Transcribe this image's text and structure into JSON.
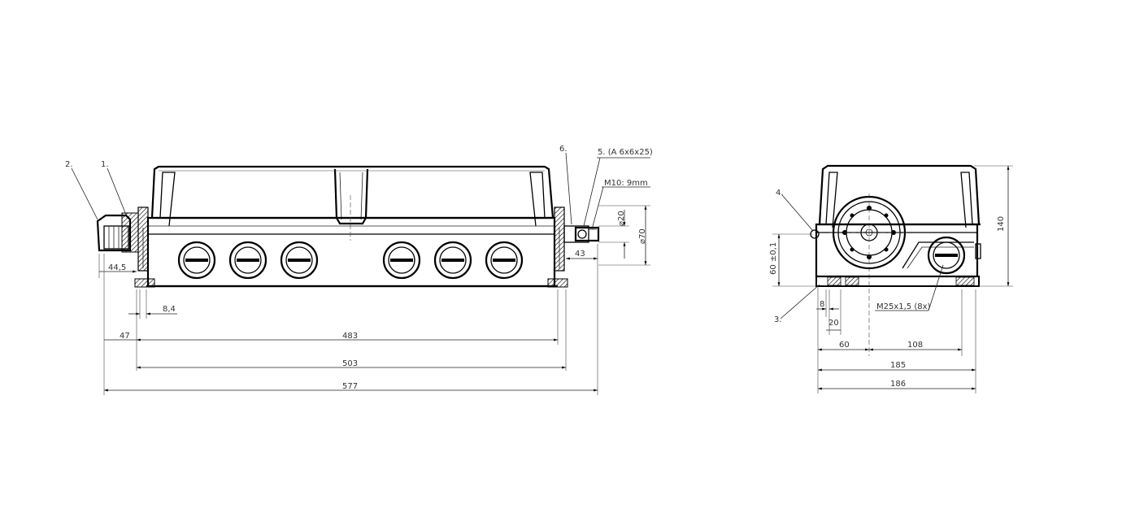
{
  "side_view": {
    "callouts": {
      "c1": "1.",
      "c2": "2.",
      "c5": "5. (A 6x6x25)",
      "c6": "6.",
      "m10": "M10: 9mm"
    },
    "dims": {
      "d44_5": "44,5",
      "d8_4": "8,4",
      "d47": "47",
      "d483": "483",
      "d503": "503",
      "d577": "577",
      "d43": "43",
      "dia20": "⌀20",
      "dia70": "⌀70"
    }
  },
  "end_view": {
    "callouts": {
      "c3": "3.",
      "c4": "4.",
      "thread": "M25x1,5 (8x)"
    },
    "dims": {
      "d140": "140",
      "d60tol": "60 ±0,1",
      "d8": "8",
      "d20": "20",
      "d60": "60",
      "d108": "108",
      "d185": "185",
      "d186": "186"
    }
  }
}
